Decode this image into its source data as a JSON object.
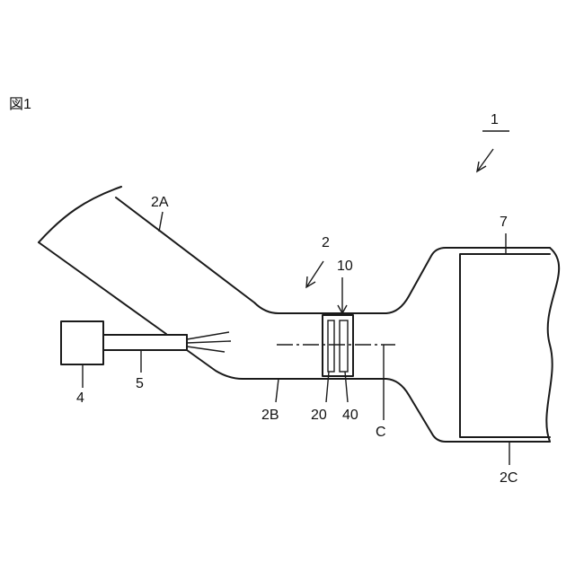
{
  "figure": {
    "label": "図1"
  },
  "labels": {
    "system": "1",
    "pipe": "2",
    "branch_a": "2A",
    "branch_b": "2B",
    "branch_c": "2C",
    "source": "4",
    "cable": "5",
    "vessel": "7",
    "device": "10",
    "element_20": "20",
    "element_40": "40",
    "axis": "C"
  }
}
